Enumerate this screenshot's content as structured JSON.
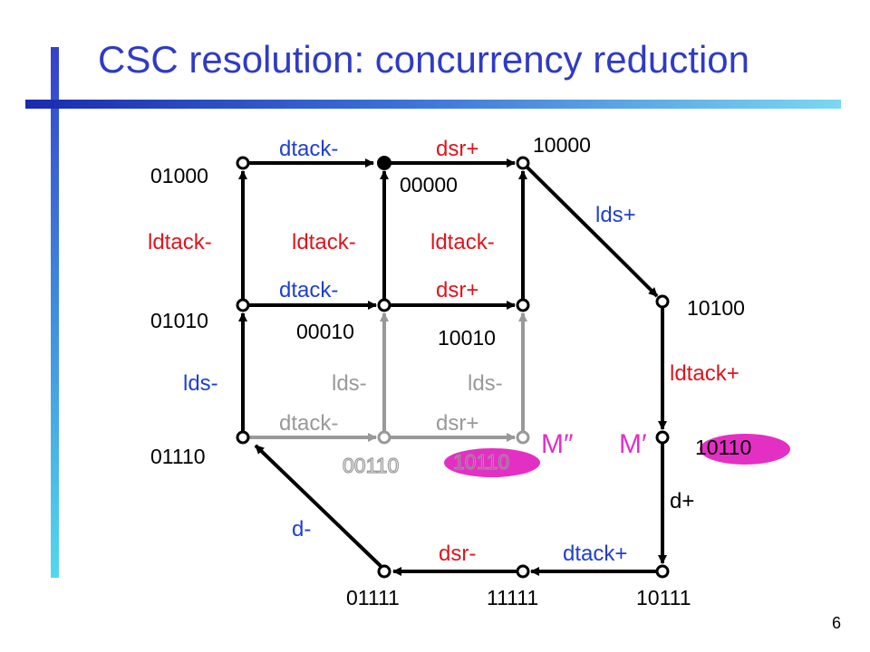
{
  "slide": {
    "title": "CSC resolution: concurrency reduction",
    "page_number": "6"
  },
  "colors": {
    "blue_label": "#1e3fd0",
    "red_label": "#e0141c",
    "grey": "#999999",
    "magenta": "#e42fc4",
    "black": "#000000",
    "title": "#2f3bc4"
  },
  "states": {
    "s01000": "01000",
    "s00000": "00000",
    "s10000": "10000",
    "s01010": "01010",
    "s00010": "00010",
    "s10010": "10010",
    "s10100": "10100",
    "s01110": "01110",
    "s00110": "00110",
    "s10110_inner": "10110",
    "s10110_right": "10110",
    "s01111": "01111",
    "s11111": "11111",
    "s10111": "10111"
  },
  "transitions": {
    "dtack_minus_top": "dtack-",
    "dsr_plus_top": "dsr+",
    "lds_plus": "lds+",
    "ldtack_minus_left": "ldtack-",
    "ldtack_minus_mid": "ldtack-",
    "ldtack_minus_right": "ldtack-",
    "dtack_minus_mid": "dtack-",
    "dsr_plus_mid": "dsr+",
    "ldtack_plus": "ldtack+",
    "lds_minus_left": "lds-",
    "lds_minus_mid": "lds-",
    "lds_minus_right": "lds-",
    "dtack_minus_bottom": "dtack-",
    "dsr_plus_bottom": "dsr+",
    "d_plus": "d+",
    "d_minus": "d-",
    "dsr_minus": "dsr-",
    "dtack_plus": "dtack+"
  },
  "markings": {
    "m_double_prime": "M″",
    "m_prime": "M′"
  }
}
